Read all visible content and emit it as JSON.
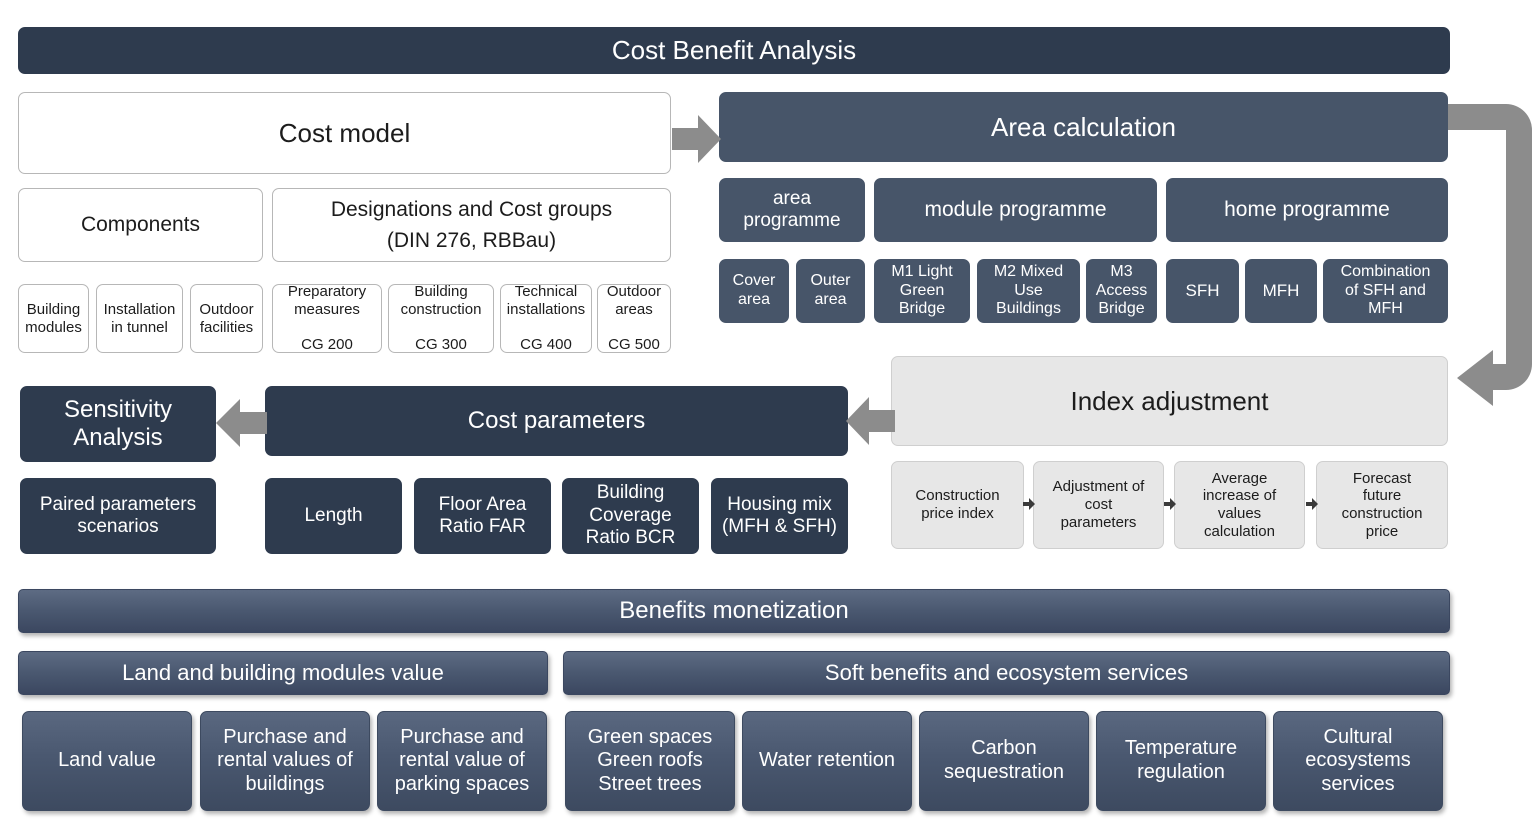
{
  "colors": {
    "navy": "#2e3b4e",
    "slate": "#475569",
    "grey": "#e7e7e7",
    "arrow": "#8c8c8c",
    "gradient_top": "#5a6880",
    "gradient_bottom": "#3d4a60",
    "outline_border": "#b7b7b7",
    "page_background": "#ffffff"
  },
  "header": {
    "title": "Cost Benefit Analysis"
  },
  "cost_model": {
    "title": "Cost model",
    "groups": [
      {
        "title": "Components"
      },
      {
        "title": "Designations and Cost groups\n(DIN 276, RBBau)"
      }
    ],
    "components_items": [
      "Building\nmodules",
      "Installation\nin tunnel",
      "Outdoor\nfacilities"
    ],
    "cost_group_items": [
      "Preparatory\nmeasures\n\nCG 200",
      "Building\nconstruction\n\nCG 300",
      "Technical\ninstallations\n\nCG 400",
      "Outdoor\nareas\n\nCG 500"
    ]
  },
  "area_calculation": {
    "title": "Area calculation",
    "programmes": [
      {
        "title": "area\nprogramme"
      },
      {
        "title": "module programme"
      },
      {
        "title": "home programme"
      }
    ],
    "area_programme_items": [
      "Cover\narea",
      "Outer\narea"
    ],
    "module_programme_items": [
      "M1 Light\nGreen\nBridge",
      "M2 Mixed\nUse\nBuildings",
      "M3\nAccess\nBridge"
    ],
    "home_programme_items": [
      "SFH",
      "MFH",
      "Combination\nof SFH and\nMFH"
    ]
  },
  "index_adjustment": {
    "title": "Index adjustment",
    "steps": [
      "Construction\nprice index",
      "Adjustment of\ncost\nparameters",
      "Average\nincrease of\nvalues\ncalculation",
      "Forecast\nfuture\nconstruction\nprice"
    ]
  },
  "cost_parameters": {
    "title": "Cost parameters",
    "items": [
      "Length",
      "Floor Area\nRatio FAR",
      "Building\nCoverage\nRatio BCR",
      "Housing mix\n(MFH & SFH)"
    ]
  },
  "sensitivity_analysis": {
    "title": "Sensitivity\nAnalysis",
    "items": [
      "Paired parameters\nscenarios"
    ]
  },
  "benefits_monetization": {
    "title": "Benefits monetization",
    "categories": [
      {
        "title": "Land and building modules value"
      },
      {
        "title": "Soft benefits and ecosystem services"
      }
    ],
    "land_items": [
      "Land value",
      "Purchase and\nrental values of\nbuildings",
      "Purchase and\nrental value of\nparking spaces"
    ],
    "soft_items": [
      "Green spaces\nGreen roofs\nStreet trees",
      "Water retention",
      "Carbon\nsequestration",
      "Temperature\nregulation",
      "Cultural\necosystems\nservices"
    ]
  },
  "connectors": [
    {
      "name": "cost-model-to-area-calculation",
      "direction": "right"
    },
    {
      "name": "area-calculation-to-index-adjustment",
      "direction": "elbow-down-left"
    },
    {
      "name": "index-adjustment-to-cost-parameters",
      "direction": "left"
    },
    {
      "name": "cost-parameters-to-sensitivity-analysis",
      "direction": "left"
    },
    {
      "name": "index-step-1-to-2",
      "direction": "right"
    },
    {
      "name": "index-step-2-to-3",
      "direction": "right"
    },
    {
      "name": "index-step-3-to-4",
      "direction": "right"
    }
  ]
}
